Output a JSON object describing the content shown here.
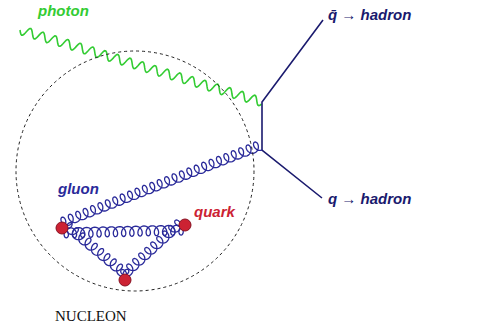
{
  "diagram": {
    "nodes": [
      {
        "text": [
          "NUCLEON"
        ]
      }
    ],
    "labels": [
      "photon",
      "gluon",
      "quark",
      "q̄ → hadron",
      "q → hadron"
    ]
  }
}
